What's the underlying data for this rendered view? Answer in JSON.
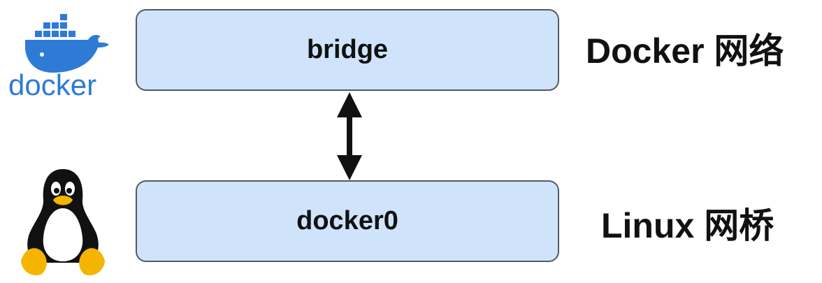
{
  "top_box": {
    "label": "bridge"
  },
  "bottom_box": {
    "label": "docker0"
  },
  "top_side_label": "Docker 网络",
  "bottom_side_label": "Linux 网桥",
  "docker_logo": {
    "wordmark": "docker",
    "color": "#2e7bd6"
  },
  "linux_logo": {
    "icon": "tux-penguin-icon"
  },
  "arrow": {
    "icon": "double-headed-arrow-icon"
  },
  "colors": {
    "box_fill": "#cfe4fb",
    "box_border": "#55595e",
    "text": "#111111"
  }
}
